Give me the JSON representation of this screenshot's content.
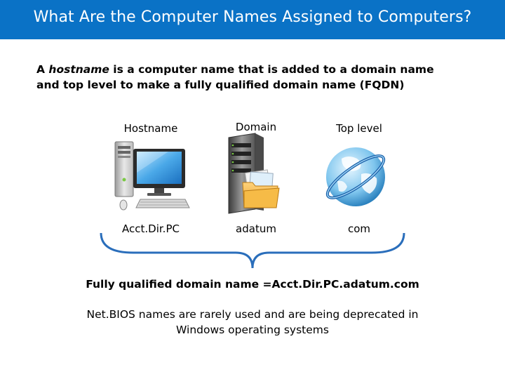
{
  "slide": {
    "title": "What Are the Computer Names Assigned to Computers?"
  },
  "intro": {
    "article": "A",
    "term": "hostname",
    "rest_line1": "is a computer name that is added to a domain name",
    "line2": "and top level to make a fully qualified domain name (FQDN)"
  },
  "columns": [
    {
      "header": "Hostname",
      "value": "Acct.Dir.PC",
      "icon": "desktop-computer-icon"
    },
    {
      "header": "Domain",
      "value": "adatum",
      "icon": "server-with-folder-icon"
    },
    {
      "header": "Top level",
      "value": "com",
      "icon": "globe-icon"
    }
  ],
  "fqdn": {
    "label": "Fully qualified domain name =",
    "value": "Acct.Dir.PC.adatum.com"
  },
  "netbios": {
    "line1": "Net.BIOS names are rarely used and are being deprecated in",
    "line2": "Windows operating systems"
  },
  "colors": {
    "title_bar": "#0a72c6",
    "brace": "#2a6ebb"
  }
}
